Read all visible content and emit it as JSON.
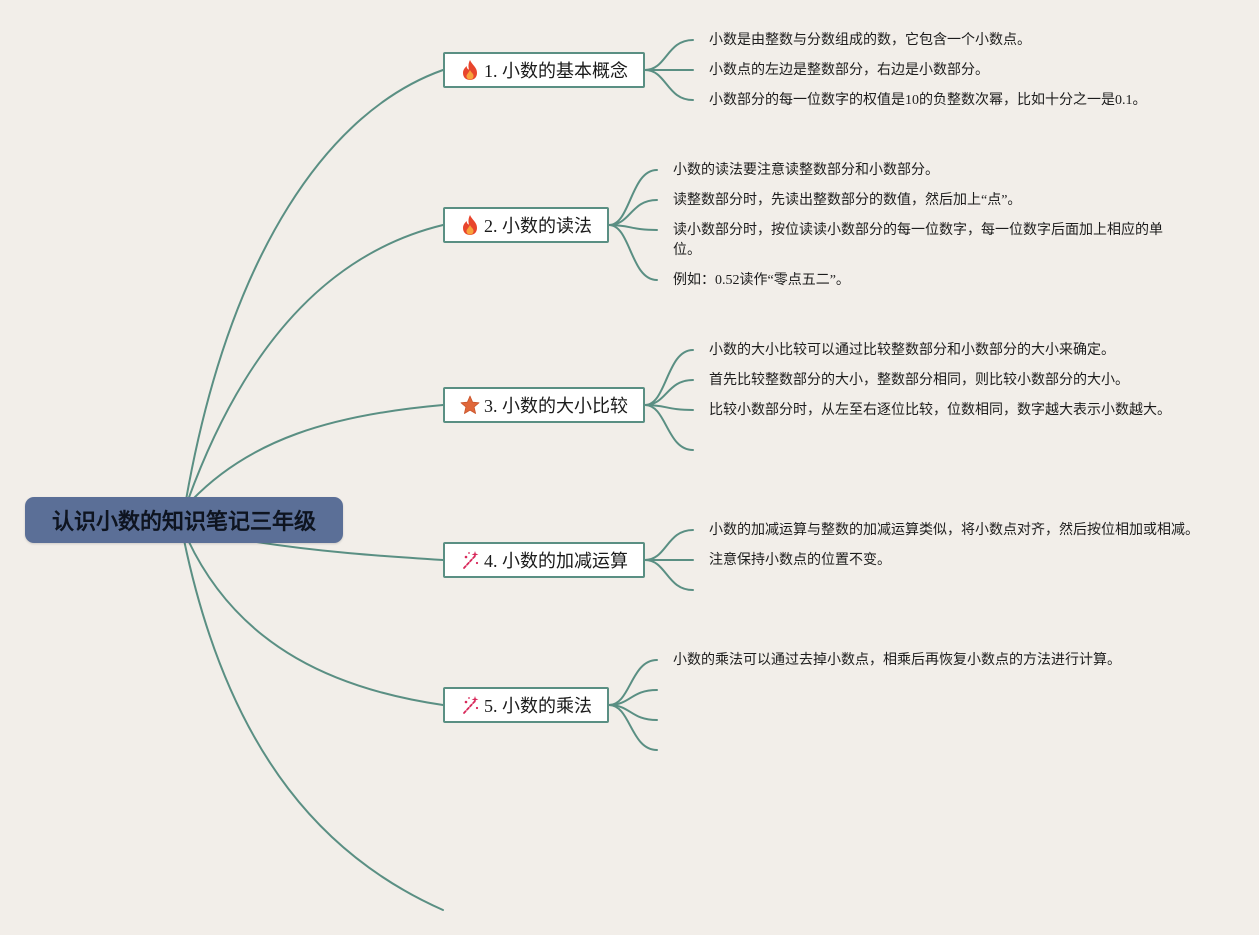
{
  "root": {
    "title": "认识小数的知识笔记三年级"
  },
  "topics": [
    {
      "label": "1. 小数的基本概念",
      "icon": "fire-icon",
      "leaves": [
        "小数是由整数与分数组成的数，它包含一个小数点。",
        "小数点的左边是整数部分，右边是小数部分。",
        "小数部分的每一位数字的权值是10的负整数次幂，比如十分之一是0.1。"
      ]
    },
    {
      "label": "2. 小数的读法",
      "icon": "fire-icon",
      "leaves": [
        "小数的读法要注意读整数部分和小数部分。",
        "读整数部分时，先读出整数部分的数值，然后加上“点”。",
        "读小数部分时，按位读读小数部分的每一位数字，每一位数字后面加上相应的单位。",
        "例如：0.52读作“零点五二”。"
      ]
    },
    {
      "label": "3. 小数的大小比较",
      "icon": "star-icon",
      "leaves": [
        "小数的大小比较可以通过比较整数部分和小数部分的大小来确定。",
        "首先比较整数部分的大小，整数部分相同，则比较小数部分的大小。",
        "比较小数部分时，从左至右逐位比较，位数相同，数字越大表示小数越大。"
      ]
    },
    {
      "label": "4. 小数的加减运算",
      "icon": "sparkle-wand-icon",
      "leaves": [
        "小数的加减运算与整数的加减运算类似，将小数点对齐，然后按位相加或相减。",
        "注意保持小数点的位置不变。"
      ]
    },
    {
      "label": "5. 小数的乘法",
      "icon": "sparkle-wand-icon",
      "leaves": [
        "小数的乘法可以通过去掉小数点，相乘后再恢复小数点的方法进行计算。"
      ]
    }
  ],
  "colors": {
    "background": "#f2eee9",
    "root_fill": "#5b6f97",
    "link": "#5a8f83",
    "fire": "#e8452c",
    "star": "#e0673a",
    "wand": "#d8285a"
  }
}
